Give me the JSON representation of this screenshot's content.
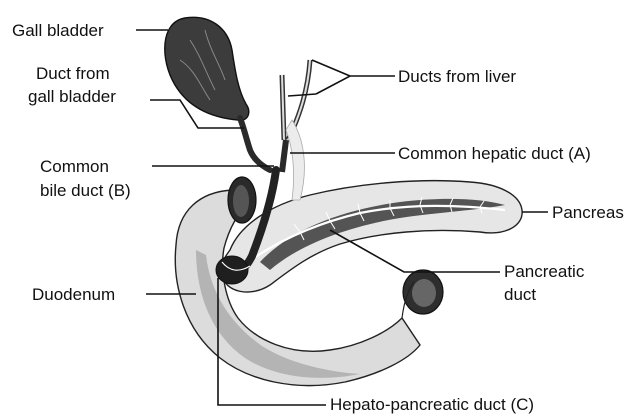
{
  "labels": {
    "gall_bladder": "Gall bladder",
    "duct_from_gb_1": "Duct from",
    "duct_from_gb_2": "gall bladder",
    "common_bile_1": "Common",
    "common_bile_2": "bile duct (B)",
    "duodenum": "Duodenum",
    "ducts_from_liver": "Ducts from liver",
    "common_hepatic": "Common hepatic duct (A)",
    "pancreas": "Pancreas",
    "pancreatic_1": "Pancreatic",
    "pancreatic_2": "duct",
    "hepato_pancreatic": "Hepato-pancreatic duct (C)"
  }
}
